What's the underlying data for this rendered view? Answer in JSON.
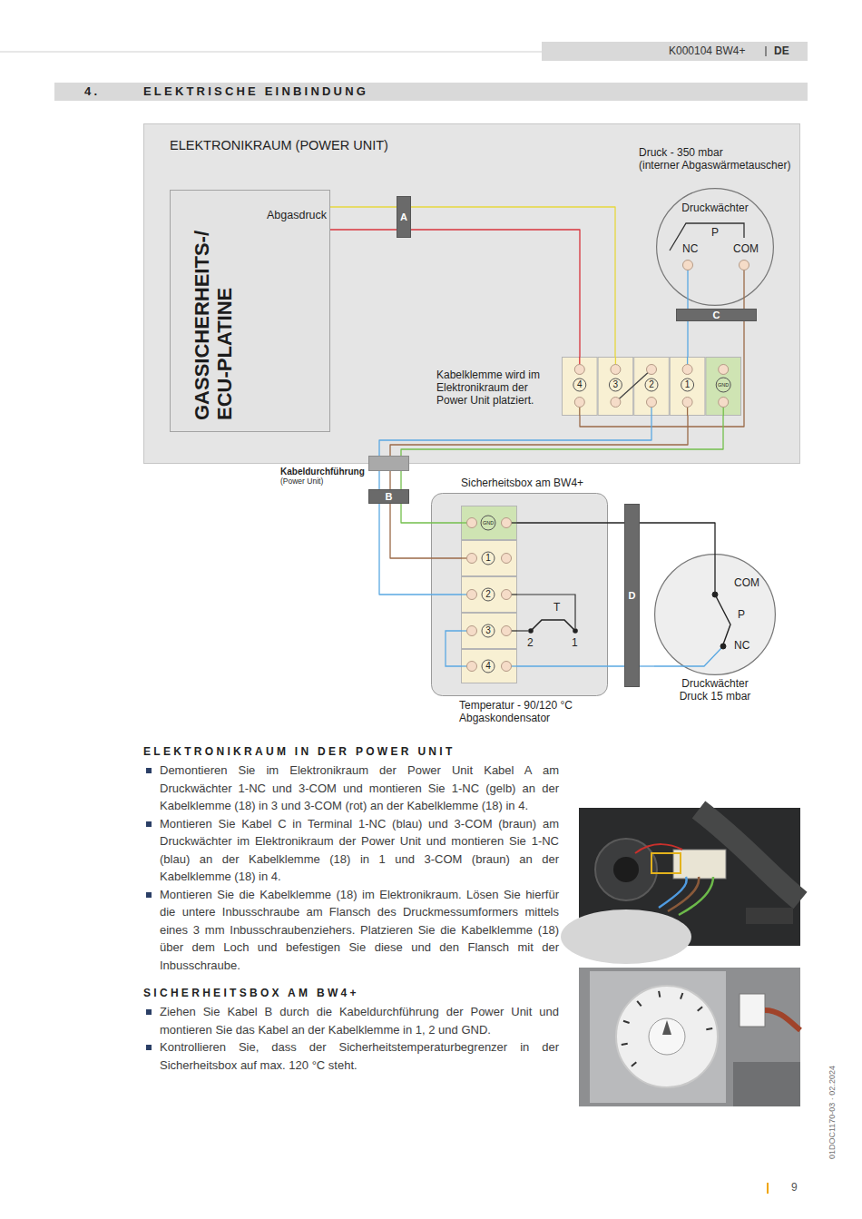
{
  "diagram": {
    "title": "ELEKTRISCHE EINBINDUNG",
    "nodes": [
      {
        "text": [
          "ELEKTRONIKRAUM (POWER UNIT)"
        ]
      },
      {
        "text": [
          "GASSICHERHEITS-/ ECU-PLATINE",
          "Abgasdruck"
        ],
        "in": 0
      },
      {
        "text": [
          "A"
        ],
        "in": 0
      },
      {
        "text": [
          "Druck - 350 mbar",
          "(interner Abgaswärmetauscher)",
          "Druckwächter",
          "P",
          "NC",
          "COM"
        ],
        "in": 0
      },
      {
        "text": [
          "C"
        ],
        "in": 0
      },
      {
        "text": [
          "4",
          "3",
          "2",
          "1",
          "GND"
        ],
        "in": 0
      },
      {
        "text": [
          "Kabeldurchführung",
          "(Power Unit)"
        ]
      },
      {
        "text": [
          "B"
        ]
      },
      {
        "text": [
          "Sicherheitsbox am BW4+"
        ]
      },
      {
        "text": [
          "GND",
          "1",
          "2",
          "3",
          "4"
        ],
        "in": 8
      },
      {
        "text": [
          "D"
        ]
      },
      {
        "text": [
          "COM",
          "P",
          "NC",
          "Druckwächter Druck 15 mbar"
        ]
      }
    ],
    "edges": [
      {
        "from": 1,
        "to": 2,
        "arrow": "none"
      },
      {
        "from": 1,
        "to": 2,
        "arrow": "none"
      },
      {
        "from": 2,
        "to": 5,
        "arrow": "none"
      },
      {
        "from": 2,
        "to": 5,
        "arrow": "none"
      },
      {
        "from": 3,
        "to": 4,
        "arrow": "none"
      },
      {
        "from": 3,
        "to": 4,
        "arrow": "none"
      },
      {
        "from": 4,
        "to": 5,
        "arrow": "none"
      },
      {
        "from": 4,
        "to": 5,
        "arrow": "none"
      },
      {
        "from": 5,
        "to": 6,
        "arrow": "none"
      },
      {
        "from": 5,
        "to": 6,
        "arrow": "none"
      },
      {
        "from": 5,
        "to": 6,
        "arrow": "none"
      },
      {
        "from": 6,
        "to": 7,
        "arrow": "none"
      },
      {
        "from": 6,
        "to": 7,
        "arrow": "none"
      },
      {
        "from": 6,
        "to": 7,
        "arrow": "none"
      },
      {
        "from": 7,
        "to": 9,
        "arrow": "none"
      },
      {
        "from": 7,
        "to": 9,
        "arrow": "none"
      },
      {
        "from": 7,
        "to": 9,
        "arrow": "none"
      },
      {
        "from": 9,
        "to": 10,
        "arrow": "none"
      },
      {
        "from": 9,
        "to": 10,
        "arrow": "none"
      },
      {
        "from": 10,
        "to": 11,
        "arrow": "none"
      },
      {
        "from": 10,
        "to": 11,
        "arrow": "none"
      }
    ],
    "labels": [
      "K000104 BW4+",
      "DE",
      "4.",
      "Kabelklemme wird im Elektronikraum der Power Unit platziert.",
      "T",
      "2",
      "1",
      "Temperatur - 90/120 °C Abgaskondensator",
      "ELEKTRONIKRAUM IN DER POWER UNIT",
      "Demontieren Sie im Elektronikraum der Power Unit Kabel A am Druckwächter 1-NC und 3-COM und montieren Sie 1-NC (gelb) an der Kabelklemme (18) in 3 und 3-COM (rot) an der Kabelklemme (18) in 4.",
      "Montieren Sie Kabel C in Terminal 1-NC (blau) und 3-COM (braun) am Druckwächter im Elektronikraum der Power Unit und montieren Sie 1-NC (blau) an der Kabelklemme (18) in 1 und 3-COM (braun) an der Kabelklemme (18) in 4.",
      "Montieren Sie die Kabelklemme (18) im Elektronikraum. Lösen Sie hierfür die untere Inbusschraube am Flansch des Druckmessumformers mittels eines 3 mm Inbusschraubenziehers. Platzieren Sie die Kabelklemme (18) über dem Loch und befestigen Sie diese und den Flansch mit der Inbusschraube.",
      "SICHERHEITSBOX AM BW4+",
      "Ziehen Sie Kabel B durch die Kabeldurchführung der Power Unit und montieren Sie das Kabel an der Kabelklemme in 1, 2 und GND.",
      "Kontrollieren Sie, dass der Sicherheitstemperaturbegrenzer in der Sicherheitsbox auf max. 120 °C steht.",
      "01DOC1170-03 · 02.2024",
      "9"
    ]
  }
}
